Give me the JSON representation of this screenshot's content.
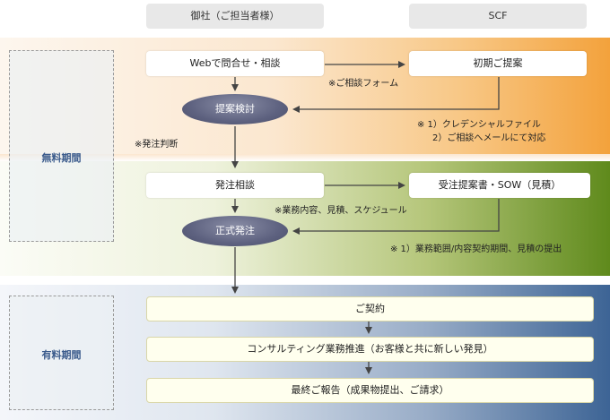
{
  "columns": {
    "client": "御社（ご担当者様）",
    "vendor": "SCF"
  },
  "periods": {
    "free": "無料期間",
    "paid": "有料期間"
  },
  "free_flow": {
    "web_inquiry": "Webで問合せ・相談",
    "initial_proposal": "初期ご提案",
    "proposal_review": "提案検討",
    "note_form": "※ご相談フォーム",
    "note_proposal_1": "※ 1）クレデンシャルファイル",
    "note_proposal_2": "2）ご相談へメールにて対応",
    "note_decision": "※発注判断"
  },
  "order_flow": {
    "order_consult": "発注相談",
    "proposal_sow": "受注提案書・SOW（見積）",
    "formal_order": "正式発注",
    "note_scope": "※業務内容、見積、スケジュール",
    "note_contract": "※ 1）業務範囲/内容契約期間、見積の提出"
  },
  "paid_flow": {
    "contract": "ご契約",
    "consulting": "コンサルティング業務推進（お客様と共に新しい発見）",
    "final_report": "最終ご報告（成果物提出、ご請求）"
  }
}
